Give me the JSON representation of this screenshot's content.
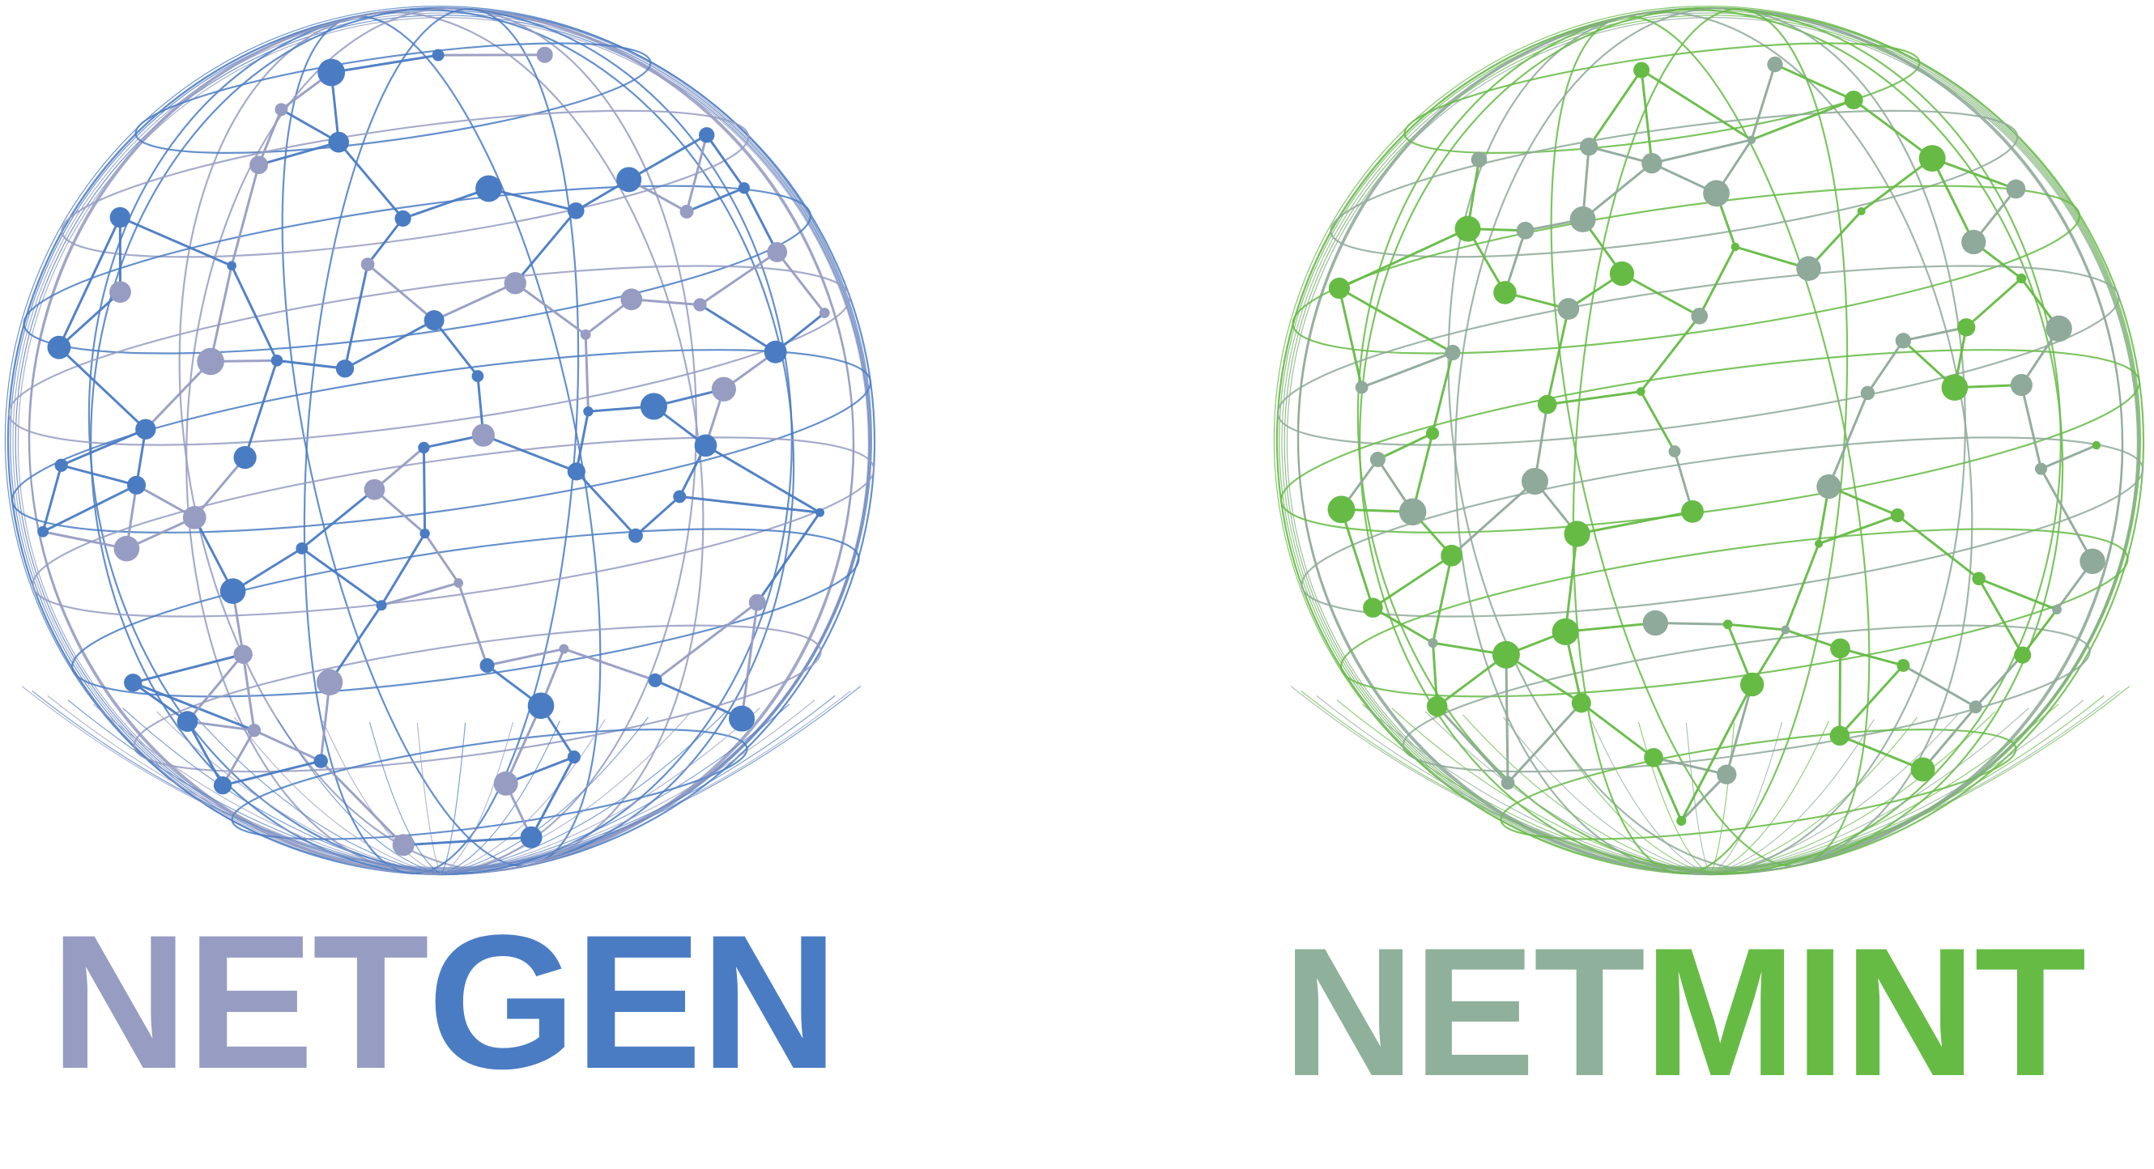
{
  "logos": [
    {
      "name": "netgen",
      "word_part_1": "NET",
      "word_part_2": "GEN",
      "colors": {
        "part_1": "#979cc2",
        "part_2": "#4a7cc3",
        "globe_primary": "#4a7cc3",
        "globe_secondary": "#979cc2"
      },
      "icon": "network-globe-icon"
    },
    {
      "name": "netmint",
      "word_part_1": "NET",
      "word_part_2": "MINT",
      "colors": {
        "part_1": "#8fb09a",
        "part_2": "#66bb45",
        "globe_primary": "#66bb45",
        "globe_secondary": "#8fa99a"
      },
      "icon": "network-globe-icon"
    }
  ]
}
